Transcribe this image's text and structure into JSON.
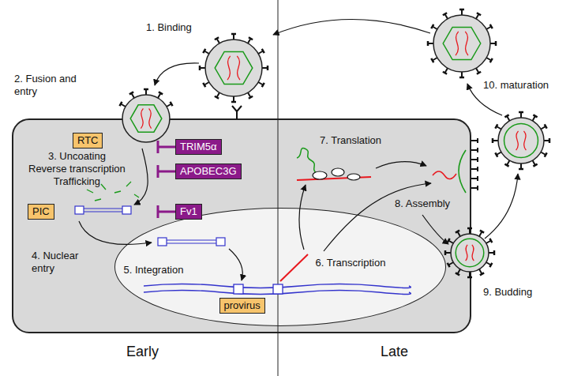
{
  "diagram": {
    "nodes": [
      {
        "text": [
          "3. Uncoating Reverse transcription Trafficking",
          "4. Nuclear entry",
          "7. Translation",
          "8. Assembly"
        ]
      },
      {
        "text": [
          "RTC"
        ],
        "in": 0
      },
      {
        "text": [
          "TRIM5α"
        ],
        "in": 0
      },
      {
        "text": [
          "APOBEC3G"
        ],
        "in": 0
      },
      {
        "text": [
          "PIC"
        ],
        "in": 0
      },
      {
        "text": [
          "Fv1"
        ],
        "in": 0
      },
      {
        "text": [
          "5. Integration",
          "6. Transcription"
        ],
        "in": 0
      },
      {
        "text": [
          "provirus"
        ],
        "in": 6
      }
    ],
    "labels": [
      "1. Binding",
      "2. Fusion and entry",
      "9. Budding",
      "10. maturation",
      "Early",
      "Late"
    ]
  }
}
